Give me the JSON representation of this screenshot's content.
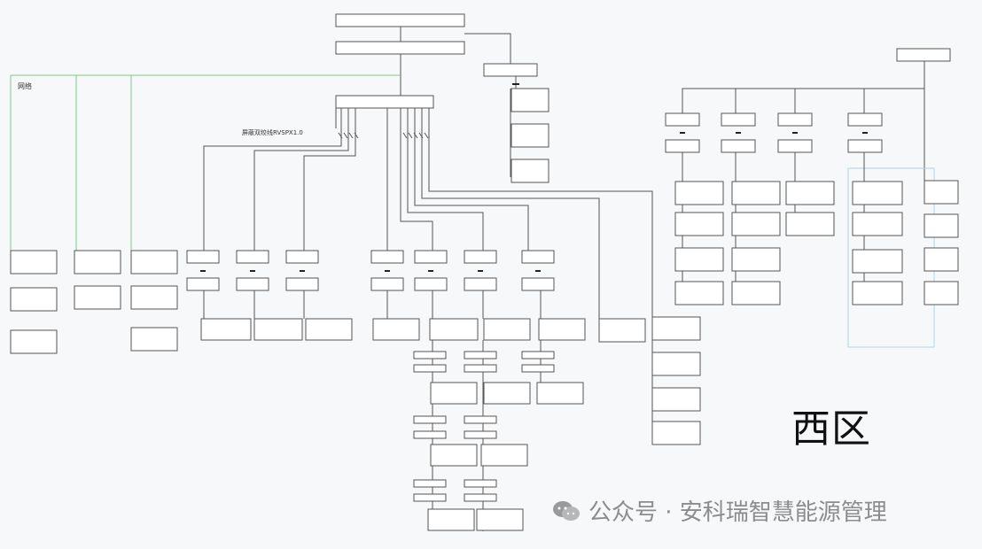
{
  "diagram": {
    "region_label": "西区",
    "watermark_text": "公众号 · 安科瑞智慧能源管理",
    "network_label": "网络",
    "cable_label": "屏蔽双绞线RVSPX1.0"
  }
}
